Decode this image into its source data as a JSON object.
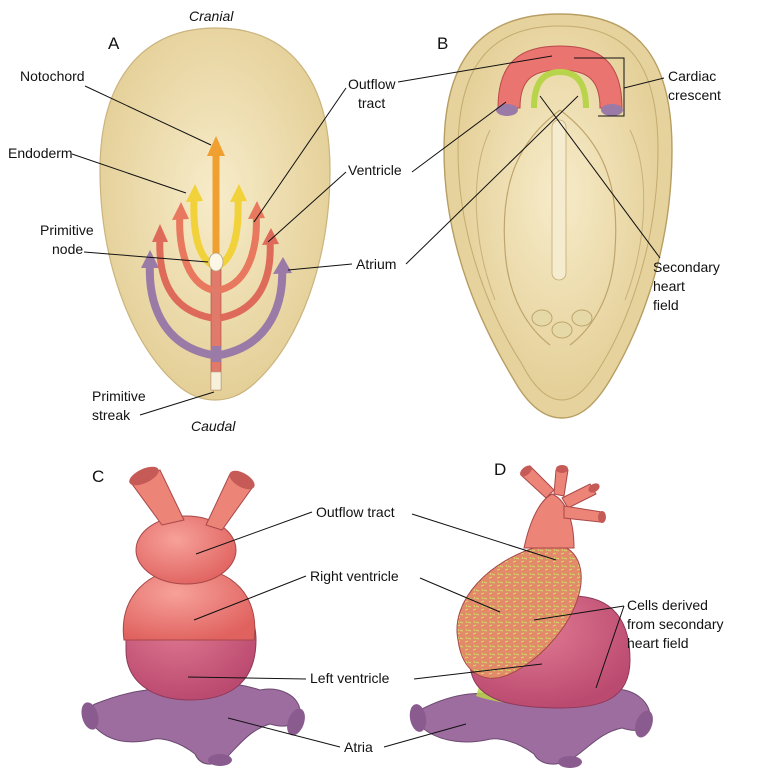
{
  "panels": {
    "a": {
      "letter": "A",
      "top_label": "Cranial",
      "bottom_label": "Caudal",
      "labels": {
        "notochord": "Notochord",
        "endoderm": "Endoderm",
        "primitive_node": [
          "Primitive",
          "node"
        ],
        "primitive_streak": [
          "Primitive",
          "streak"
        ],
        "outflow_tract": [
          "Outflow",
          "tract"
        ],
        "ventricle": "Ventricle",
        "atrium": "Atrium"
      }
    },
    "b": {
      "letter": "B",
      "labels": {
        "cardiac_crescent": [
          "Cardiac",
          "crescent"
        ],
        "secondary_heart_field": [
          "Secondary",
          "heart",
          "field"
        ]
      }
    },
    "c": {
      "letter": "C"
    },
    "d": {
      "letter": "D",
      "labels": {
        "cells_derived": [
          "Cells derived",
          "from secondary",
          "heart field"
        ]
      }
    },
    "shared": {
      "outflow_tract": "Outflow tract",
      "right_ventricle": "Right ventricle",
      "left_ventricle": "Left ventricle",
      "atria": "Atria"
    }
  },
  "colors": {
    "embryo_fill": "#ecdcaa",
    "embryo_edge": "#c8b27a",
    "notochord": "#f0a030",
    "endoderm": "#f2d23a",
    "outflow": "#e8785e",
    "ventricle": "#de6a5a",
    "atrium": "#9a7aa6",
    "heart_pink": "#ea7470",
    "heart_magenta": "#c9577a",
    "atria_purple": "#9d6da0",
    "secondary_field": "#b8d44a"
  }
}
